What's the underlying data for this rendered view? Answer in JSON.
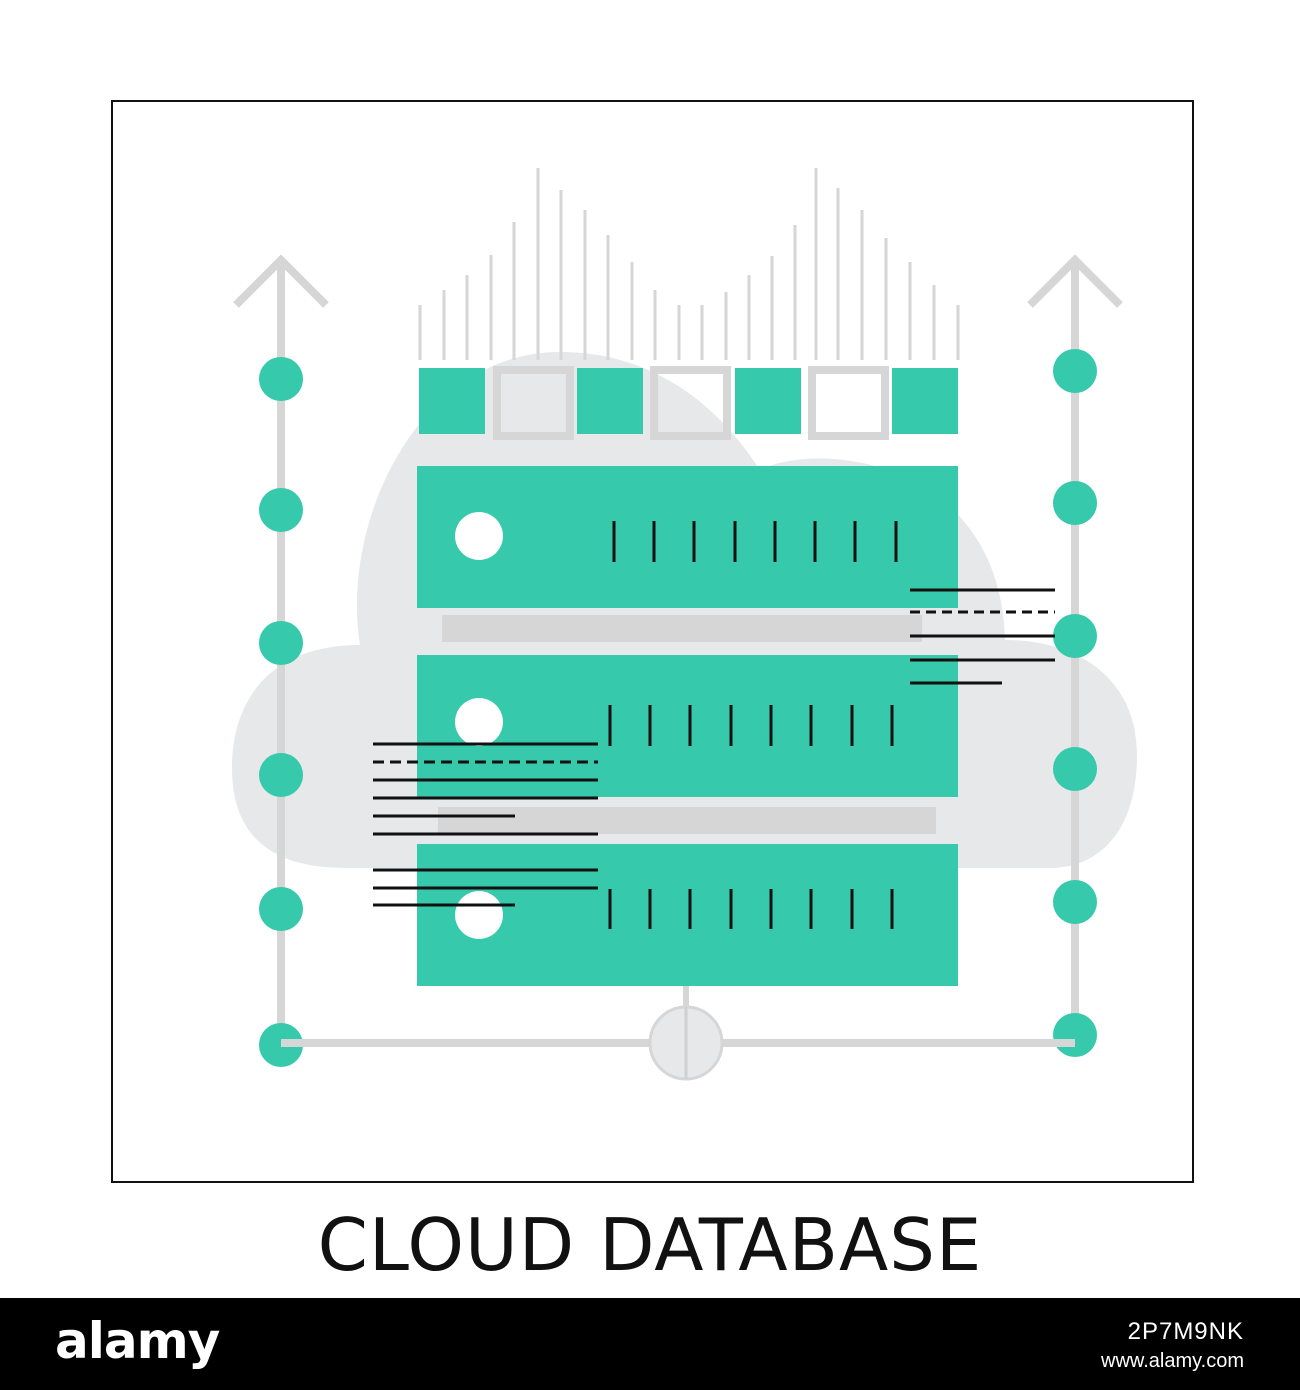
{
  "caption": "CLOUD DATABASE",
  "footer": {
    "brand": "alamy",
    "image_id": "2P7M9NK",
    "site": "www.alamy.com"
  },
  "colors": {
    "accent": "#36c9ab",
    "gray_fill": "#e7e8ea",
    "gray_line": "#d6d6d6",
    "frame": "#111111",
    "footer_bg": "#000000"
  },
  "icons": [
    "up-arrow-icon",
    "server-rack-icon",
    "cloud-icon",
    "network-node-icon"
  ]
}
